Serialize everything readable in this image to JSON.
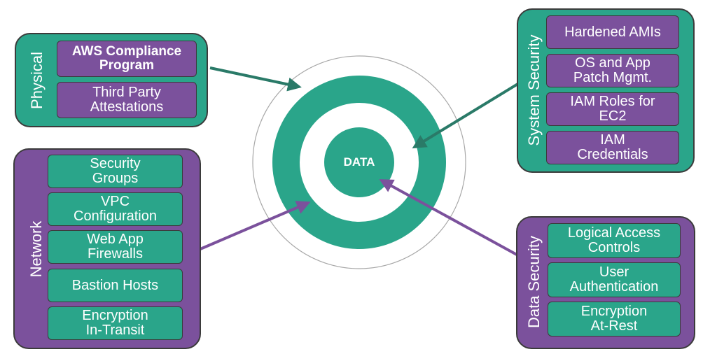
{
  "colors": {
    "green": "#2aa58a",
    "purple": "#7b519c",
    "outline": "#3b3b3b",
    "ring_line": "#a8a8a8"
  },
  "center": {
    "label": "DATA"
  },
  "physical": {
    "title": "Physical",
    "items": [
      "AWS Compliance\nProgram",
      "Third Party\nAttestations"
    ]
  },
  "network": {
    "title": "Network",
    "items": [
      "Security\nGroups",
      "VPC\nConfiguration",
      "Web App\nFirewalls",
      "Bastion Hosts",
      "Encryption\nIn-Transit"
    ]
  },
  "system_security": {
    "title": "System Security",
    "items": [
      "Hardened AMIs",
      "OS and App\nPatch Mgmt.",
      "IAM Roles for\nEC2",
      "IAM\nCredentials"
    ]
  },
  "data_security": {
    "title": "Data Security",
    "items": [
      "Logical Access\nControls",
      "User\nAuthentication",
      "Encryption\nAt-Rest"
    ]
  }
}
